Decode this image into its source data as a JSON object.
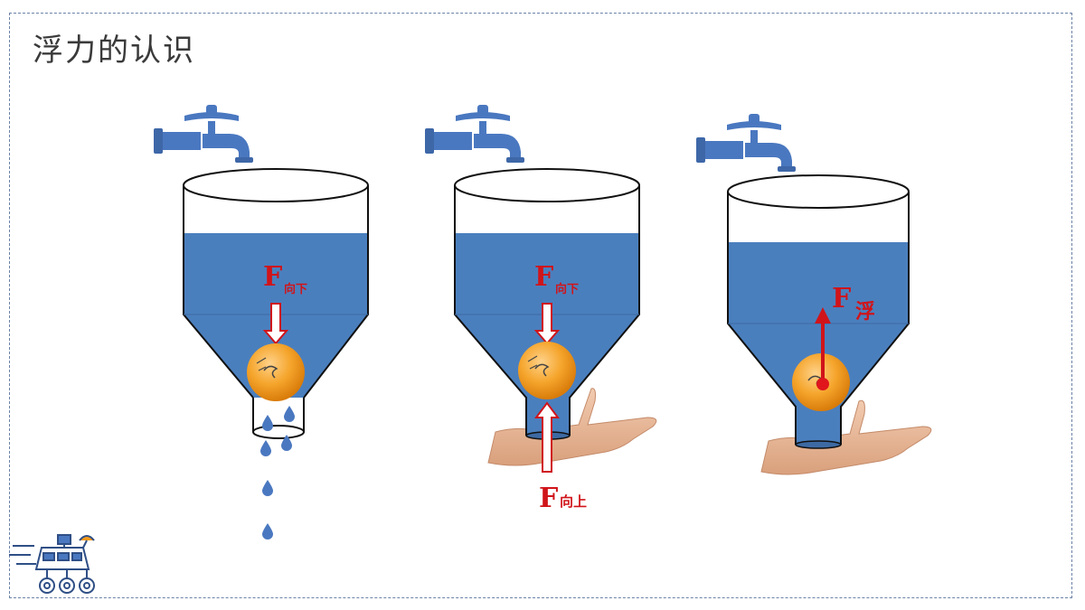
{
  "title": "浮力的认识",
  "panels": [
    {
      "forces": [
        {
          "main": "F",
          "sub": "向下"
        }
      ]
    },
    {
      "forces": [
        {
          "main": "F",
          "sub": "向下"
        },
        {
          "main": "F",
          "sub": "向上"
        }
      ]
    },
    {
      "forces": [
        {
          "main": "F",
          "sub": "浮"
        }
      ]
    }
  ],
  "colors": {
    "water": "#4a7fbe",
    "faucet": "#4a78c0",
    "ball": "#f39b1c",
    "force": "#d0141a",
    "skin": "#e8b898",
    "frame": "#6b82a8"
  },
  "icons": [
    "faucet-icon",
    "water-drop-icon",
    "ping-pong-ball",
    "hand-icon",
    "rover-robot-icon"
  ]
}
